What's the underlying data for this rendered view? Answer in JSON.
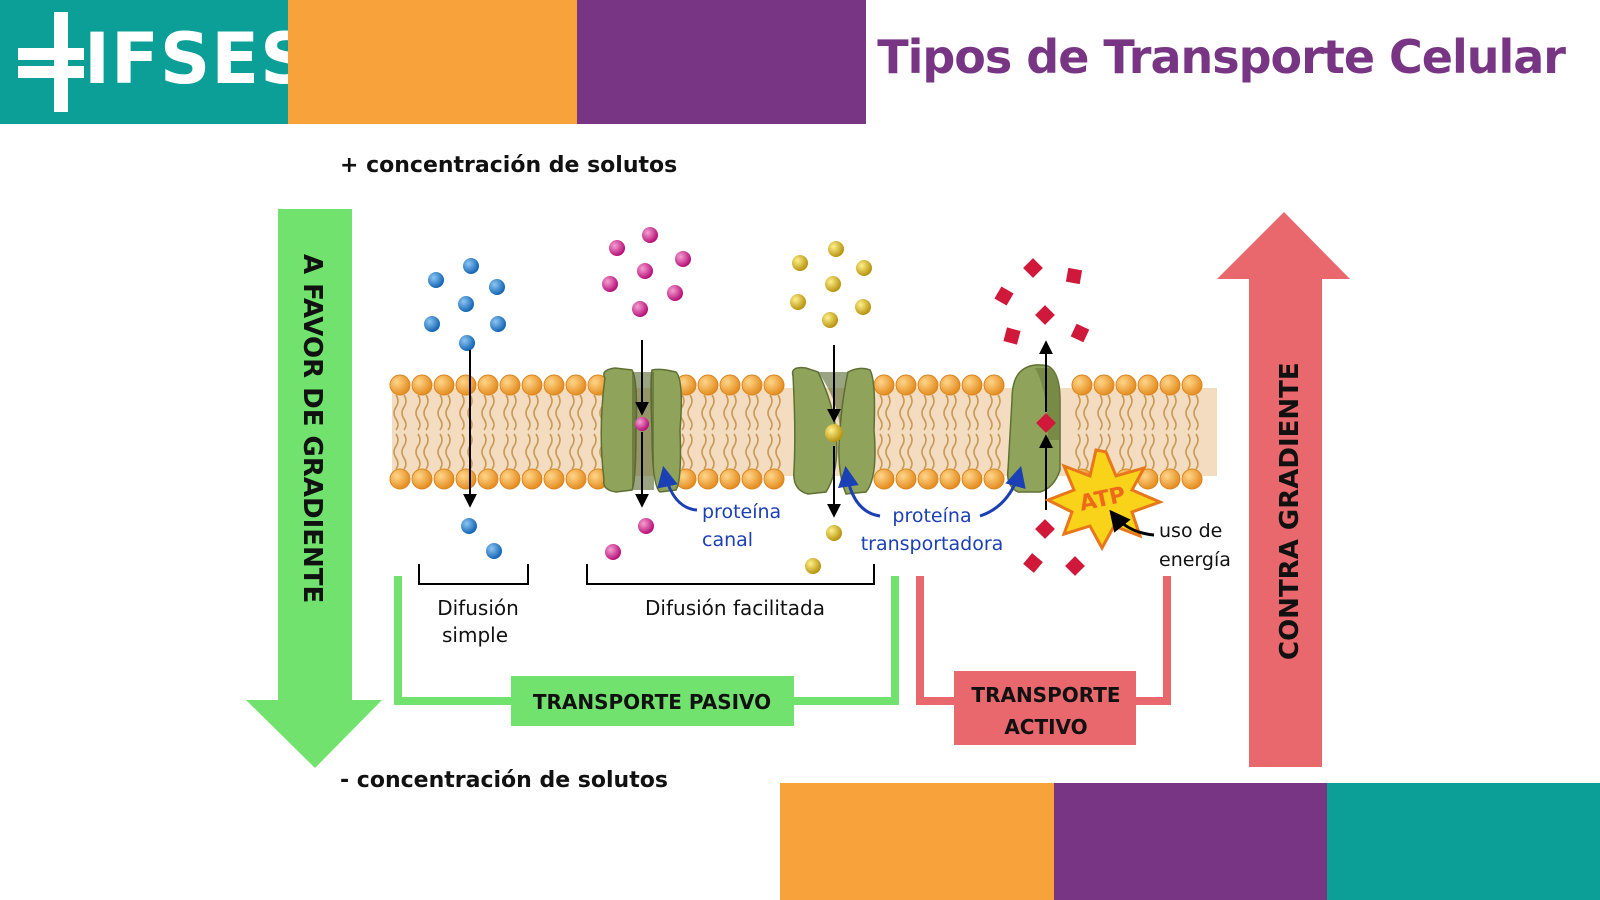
{
  "header": {
    "logo_text": "IFSES",
    "title": "Tipos de Transporte Celular"
  },
  "diagram": {
    "top_label": "+ concentración de solutos",
    "bottom_label": "- concentración de solutos",
    "left_arrow_label": "A  FAVOR  DE  GRADIENTE",
    "right_arrow_label": "CONTRA GRADIENTE",
    "diffusion_simple_line1": "Difusión",
    "diffusion_simple_line2": "simple",
    "diffusion_facilitated": "Difusión facilitada",
    "channel_protein_line1": "proteína",
    "channel_protein_line2": "canal",
    "carrier_protein_line1": "proteína",
    "carrier_protein_line2": "transportadora",
    "atp": "ATP",
    "energy_line1": "uso de",
    "energy_line2": "energía",
    "passive_transport": "TRANSPORTE PASIVO",
    "active_transport_line1": "TRANSPORTE",
    "active_transport_line2": "ACTIVO"
  },
  "colors": {
    "teal": "#0b9f97",
    "orange": "#f7a23a",
    "purple": "#773584",
    "green_arrow": "#72e26e",
    "red_arrow": "#e8686d",
    "membrane_head": "#f4a640",
    "protein": "#8fa35a",
    "blue_solute": "#1f77c6",
    "magenta_solute": "#d2268f",
    "yellow_solute": "#d4b21f",
    "red_solute": "#d0183a",
    "annotation_blue": "#1b3fb5"
  }
}
